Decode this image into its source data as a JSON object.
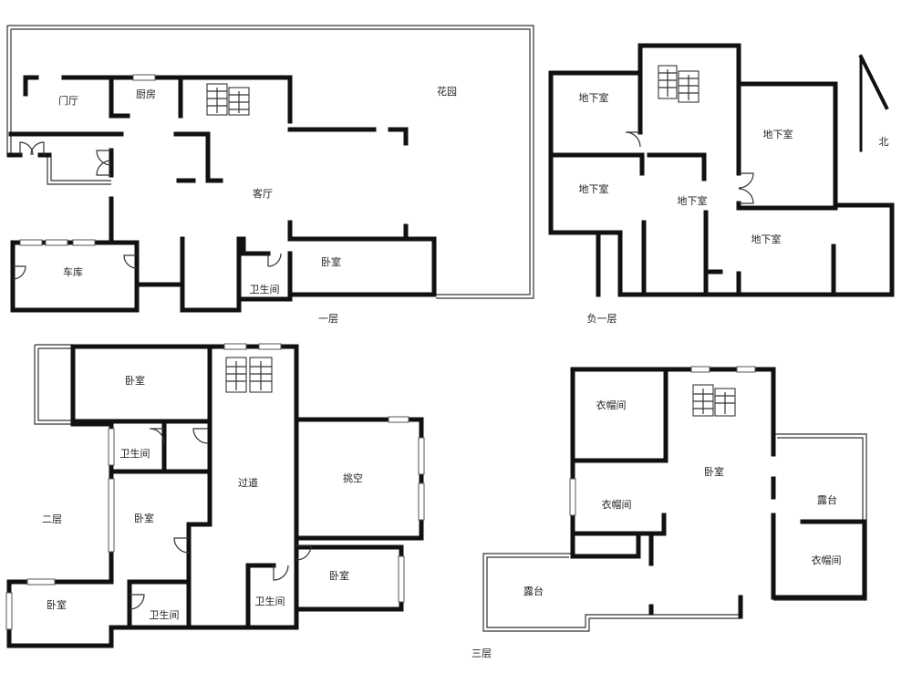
{
  "floors": {
    "first": {
      "label": "一层",
      "rooms": {
        "hall": "门厅",
        "kitchen": "厨房",
        "garden": "花园",
        "living": "客厅",
        "garage": "车库",
        "bedroom": "卧室",
        "bathroom": "卫生间"
      }
    },
    "basement": {
      "label": "负一层",
      "rooms": {
        "b1": "地下室",
        "b2": "地下室",
        "b3": "地下室",
        "b4": "地下室",
        "b5": "地下室"
      },
      "north": "北"
    },
    "second": {
      "label": "二层",
      "rooms": {
        "bed_top": "卧室",
        "bath_a": "卫生间",
        "corridor": "过道",
        "void": "挑空",
        "bed_mid": "卧室",
        "bed_right": "卧室",
        "bed_left": "卧室",
        "bath_b": "卫生间",
        "bath_c": "卫生间"
      }
    },
    "third": {
      "label": "三层",
      "rooms": {
        "closet_a": "衣帽间",
        "closet_b": "衣帽间",
        "bedroom": "卧室",
        "terrace_r": "露台",
        "closet_c": "衣帽间",
        "terrace_l": "露台"
      }
    }
  }
}
